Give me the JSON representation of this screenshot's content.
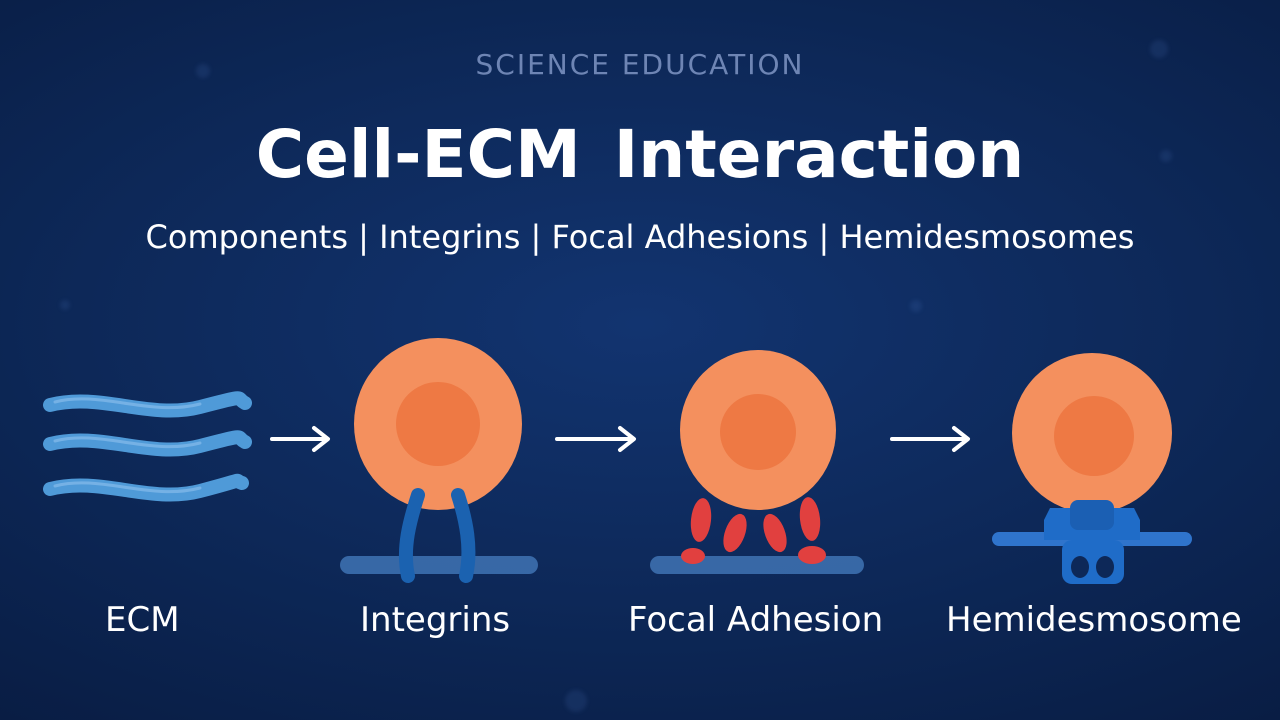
{
  "header": {
    "kicker": "SCIENCE EDUCATION",
    "title": "Cell-ECM Interaction",
    "subtitle": "Components | Integrins | Focal Adhesions | Hemidesmosomes"
  },
  "stages": [
    {
      "label": "ECM",
      "icon": "ecm-fibers-icon"
    },
    {
      "label": "Integrins",
      "icon": "cell-with-integrins-icon"
    },
    {
      "label": "Focal Adhesion",
      "icon": "cell-with-focal-adhesion-icon"
    },
    {
      "label": "Hemidesmosome",
      "icon": "cell-with-hemidesmosome-icon"
    }
  ],
  "colors": {
    "background": "#0d2858",
    "fiber": "#4f9ad8",
    "cell": "#f4905e",
    "nucleus": "#ee7944",
    "integrin": "#1b62b0",
    "membrane": "#3f73b4",
    "focal_adhesion": "#e1403f",
    "hemidesmosome": "#1f6cc8",
    "arrow": "#ffffff"
  }
}
